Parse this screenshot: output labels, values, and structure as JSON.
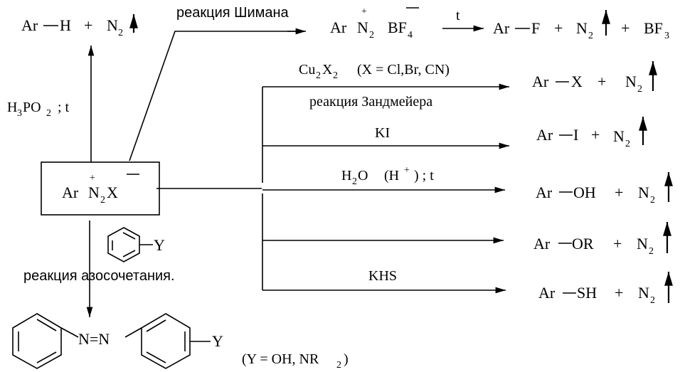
{
  "top_left": {
    "ar": "Ar",
    "h": "H",
    "plus": "+",
    "n": "N",
    "n_sub": "2"
  },
  "h3po2_label": {
    "h": "H",
    "h_sub": "3",
    "po": "PO",
    "po_sub": "2",
    "rest": "; t"
  },
  "diazonium": {
    "ar": "Ar",
    "n": "N",
    "n_sub": "2",
    "x": "X",
    "plus_charge": "+"
  },
  "schiemann": {
    "label": "реакция Шимана",
    "ar": "Ar",
    "n": "N",
    "n_sub": "2",
    "bf": "BF",
    "bf_sub": "4",
    "plus_charge": "+",
    "t": "t",
    "product_ar": "Ar",
    "product_f": "F",
    "plus1": "+",
    "product_n": "N",
    "product_n_sub": "2",
    "plus2": "+",
    "bf3": "BF",
    "bf3_sub": "3"
  },
  "sandmeyer": {
    "reagent_cu": "Cu",
    "reagent_cu_sub": "2",
    "reagent_x": "X",
    "reagent_x_sub": "2",
    "condition": "(X = Cl,Br, CN)",
    "label": "реакция Зандмейера",
    "product_ar": "Ar",
    "product_x": "X",
    "plus": "+",
    "product_n": "N",
    "product_n_sub": "2"
  },
  "iodide": {
    "reagent": "KI",
    "product_ar": "Ar",
    "product_i": "I",
    "plus": "+",
    "product_n": "N",
    "product_n_sub": "2"
  },
  "hydrolysis": {
    "h": "H",
    "h_sub": "2",
    "o": "O",
    "paren_open": "(H",
    "plus": "+",
    "paren_close": ") ; t",
    "product_ar": "Ar",
    "product_oh": "OH",
    "plus_sign": "+",
    "product_n": "N",
    "product_n_sub": "2"
  },
  "ether": {
    "product_ar": "Ar",
    "product_or": "OR",
    "plus": "+",
    "product_n": "N",
    "product_n_sub": "2"
  },
  "thiol": {
    "reagent": "KHS",
    "product_ar": "Ar",
    "product_sh": "SH",
    "plus": "+",
    "product_n": "N",
    "product_n_sub": "2"
  },
  "azo": {
    "reagent_y": "Y",
    "label": "реакция азосочетания.",
    "product_azo": "N=N",
    "product_y": "Y",
    "condition_start": "(Y = OH, NR",
    "condition_sub": "2",
    "condition_end": ")"
  }
}
